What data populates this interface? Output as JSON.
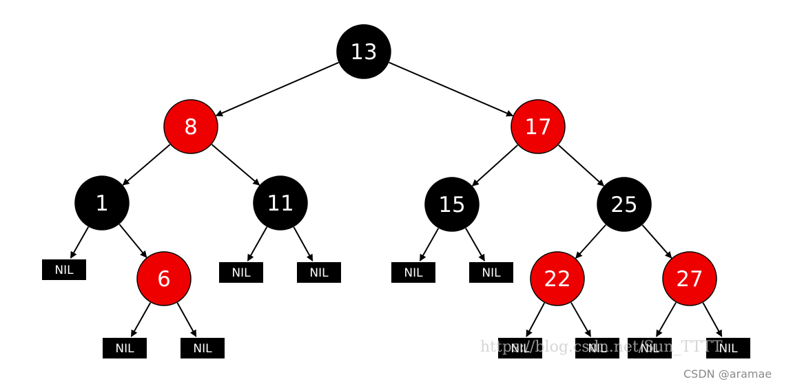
{
  "colors": {
    "black_node": "#000000",
    "red_node": "#ee0000",
    "edge": "#000000",
    "node_text": "#ffffff"
  },
  "tree": {
    "nodes": [
      {
        "id": "n13",
        "label": "13",
        "color": "black"
      },
      {
        "id": "n8",
        "label": "8",
        "color": "red"
      },
      {
        "id": "n17",
        "label": "17",
        "color": "red"
      },
      {
        "id": "n1",
        "label": "1",
        "color": "black"
      },
      {
        "id": "n11",
        "label": "11",
        "color": "black"
      },
      {
        "id": "n15",
        "label": "15",
        "color": "black"
      },
      {
        "id": "n25",
        "label": "25",
        "color": "black"
      },
      {
        "id": "n6",
        "label": "6",
        "color": "red"
      },
      {
        "id": "n22",
        "label": "22",
        "color": "red"
      },
      {
        "id": "n27",
        "label": "27",
        "color": "red"
      },
      {
        "id": "nil1",
        "label": "NIL",
        "color": "nil"
      },
      {
        "id": "nil2",
        "label": "NIL",
        "color": "nil"
      },
      {
        "id": "nil3",
        "label": "NIL",
        "color": "nil"
      },
      {
        "id": "nil4",
        "label": "NIL",
        "color": "nil"
      },
      {
        "id": "nil5",
        "label": "NIL",
        "color": "nil"
      },
      {
        "id": "nil6",
        "label": "NIL",
        "color": "nil"
      },
      {
        "id": "nil7",
        "label": "NIL",
        "color": "nil"
      },
      {
        "id": "nil8",
        "label": "NIL",
        "color": "nil"
      },
      {
        "id": "nil9",
        "label": "NIL",
        "color": "nil"
      },
      {
        "id": "nil10",
        "label": "NIL",
        "color": "nil"
      },
      {
        "id": "nil11",
        "label": "NIL",
        "color": "nil"
      }
    ],
    "edges": [
      [
        "n13",
        "n8"
      ],
      [
        "n13",
        "n17"
      ],
      [
        "n8",
        "n1"
      ],
      [
        "n8",
        "n11"
      ],
      [
        "n17",
        "n15"
      ],
      [
        "n17",
        "n25"
      ],
      [
        "n1",
        "nil1"
      ],
      [
        "n1",
        "n6"
      ],
      [
        "n6",
        "nil2"
      ],
      [
        "n6",
        "nil3"
      ],
      [
        "n11",
        "nil4"
      ],
      [
        "n11",
        "nil5"
      ],
      [
        "n15",
        "nil6"
      ],
      [
        "n15",
        "nil7"
      ],
      [
        "n25",
        "n22"
      ],
      [
        "n25",
        "n27"
      ],
      [
        "n22",
        "nil8"
      ],
      [
        "n22",
        "nil9"
      ],
      [
        "n27",
        "nil10"
      ],
      [
        "n27",
        "nil11"
      ]
    ]
  },
  "watermark": {
    "url_text": "https://blog.csdn.net/Sun_TTTT",
    "credit": "CSDN @aramae"
  }
}
